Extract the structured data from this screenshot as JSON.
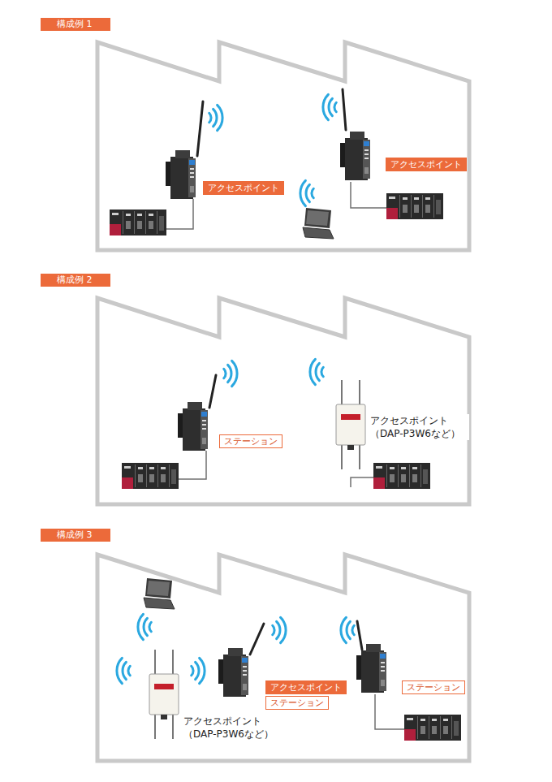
{
  "diagram": {
    "nodes": [
      {
        "text": [
          "構成例 1"
        ]
      },
      {
        "text": [
          "アクセスポイント"
        ],
        "in": 0
      },
      {
        "text": [
          "アクセスポイント"
        ],
        "in": 0
      },
      {
        "text": [
          "構成例 2"
        ]
      },
      {
        "text": [
          "ステーション"
        ],
        "in": 3
      },
      {
        "text": [
          "構成例 3"
        ]
      },
      {
        "text": [
          "アクセスポイント"
        ],
        "in": 5
      },
      {
        "text": [
          "ステーション"
        ],
        "in": 5
      },
      {
        "text": [
          "ステーション"
        ],
        "in": 5
      }
    ],
    "labels": [
      "アクセスポイント （DAP-P3W6など）",
      "アクセスポイント （DAP-P3W6など）"
    ]
  }
}
